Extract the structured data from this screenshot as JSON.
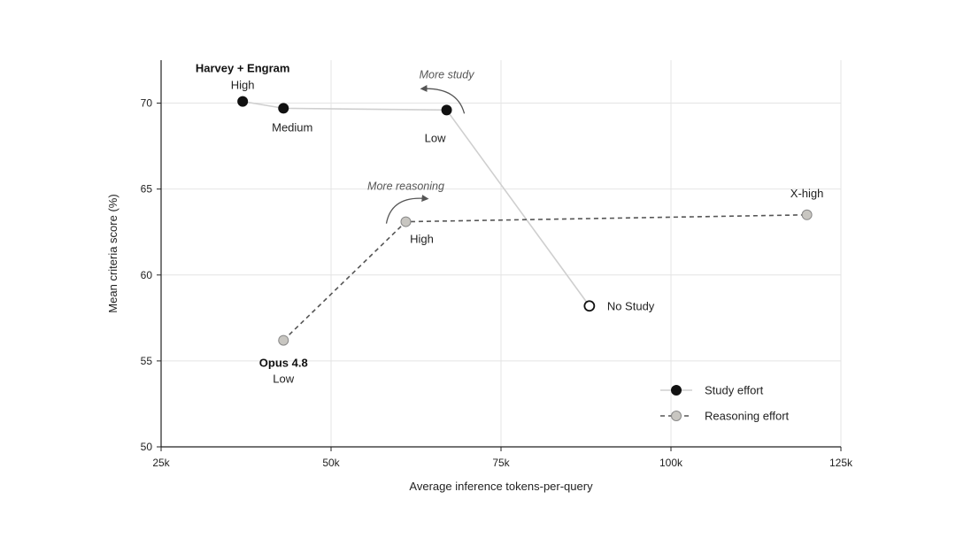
{
  "chart_data": {
    "type": "scatter",
    "title": "",
    "xlabel": "Average inference tokens-per-query",
    "ylabel": "Mean criteria score (%)",
    "xlim": [
      25000,
      125000
    ],
    "ylim": [
      50,
      72.5
    ],
    "xticks": [
      {
        "value": 25000,
        "label": "25k"
      },
      {
        "value": 50000,
        "label": "50k"
      },
      {
        "value": 75000,
        "label": "75k"
      },
      {
        "value": 100000,
        "label": "100k"
      },
      {
        "value": 125000,
        "label": "125k"
      }
    ],
    "yticks": [
      {
        "value": 50,
        "label": "50"
      },
      {
        "value": 55,
        "label": "55"
      },
      {
        "value": 60,
        "label": "60"
      },
      {
        "value": 65,
        "label": "65"
      },
      {
        "value": 70,
        "label": "70"
      }
    ],
    "grid": true,
    "legend_position": "bottom-right",
    "series": [
      {
        "name": "Study effort",
        "line_style": "solid",
        "line_color": "#cfcfcf",
        "marker_fill": "#111111",
        "marker_stroke": "#111111",
        "points": [
          {
            "x": 37000,
            "y": 70.1,
            "label": "High"
          },
          {
            "x": 43000,
            "y": 69.7,
            "label": "Medium"
          },
          {
            "x": 67000,
            "y": 69.6,
            "label": "Low"
          },
          {
            "x": 88000,
            "y": 58.2,
            "label": "No Study",
            "marker_fill": "#ffffff"
          }
        ]
      },
      {
        "name": "Reasoning effort",
        "line_style": "dashed",
        "line_color": "#555555",
        "marker_fill": "#c8c6c1",
        "marker_stroke": "#888888",
        "points": [
          {
            "x": 43000,
            "y": 56.2,
            "label": "Low"
          },
          {
            "x": 61000,
            "y": 63.1,
            "label": "High"
          },
          {
            "x": 120000,
            "y": 63.5,
            "label": "X-high"
          }
        ]
      }
    ],
    "group_labels": [
      {
        "text": "Harvey + Engram",
        "x": 37000,
        "y": 70.1
      },
      {
        "text": "Opus 4.8",
        "x": 43000,
        "y": 56.2
      }
    ],
    "annotations": [
      {
        "text": "More study",
        "x": 67000,
        "y": 69.6,
        "arrow_direction": "left"
      },
      {
        "text": "More reasoning",
        "x": 61000,
        "y": 63.1,
        "arrow_direction": "right"
      }
    ]
  }
}
